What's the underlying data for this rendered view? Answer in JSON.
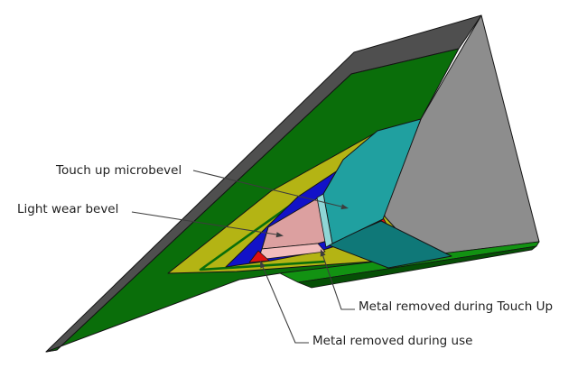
{
  "diagram": {
    "subject": "knife-edge-bevel-diagram",
    "labels": {
      "touch_up_microbevel": "Touch up microbevel",
      "light_wear_bevel": "Light wear bevel",
      "metal_removed_touch_up": "Metal removed during Touch Up",
      "metal_removed_use": "Metal removed during use"
    }
  },
  "colors": {
    "background": "#ffffff",
    "spine_gray": "#4f4f4f",
    "side_gray": "#8d8d8d",
    "bevel_green": "#0a6e0a",
    "bright_green": "#129212",
    "back_green": "#064f06",
    "wear_yellow": "#b4b414",
    "wear_blue": "#1212c8",
    "microbevel_pink": "#dca0a0",
    "microbevel_pink_light": "#f2bcbc",
    "removed_red": "#dd1111",
    "touchup_teal": "#20a0a0",
    "touchup_teal_light": "#8fd6d6",
    "touchup_teal_dark": "#0f7878",
    "outline": "#141414",
    "leader": "#3d3d3d",
    "text": "#1f1f1f"
  }
}
